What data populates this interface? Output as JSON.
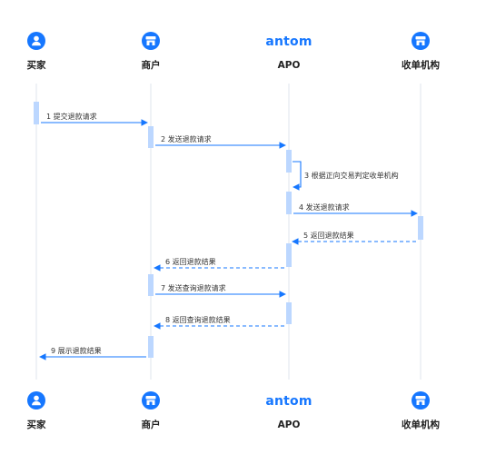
{
  "colors": {
    "arrow": "#1677ff",
    "activation": "#bcd7ff",
    "lifeline": "#dfe6ee",
    "icon": "#1677ff"
  },
  "participants": [
    {
      "name": "买家",
      "icon": "user-icon"
    },
    {
      "name": "商户",
      "icon": "store-icon"
    },
    {
      "name": "APO",
      "logo": "antom"
    },
    {
      "name": "收单机构",
      "icon": "store-icon"
    }
  ],
  "messages": [
    {
      "label": "1 提交退款请求",
      "from": 0,
      "to": 1,
      "style": "solid"
    },
    {
      "label": "2 发送退款请求",
      "from": 1,
      "to": 2,
      "style": "solid"
    },
    {
      "label": "3 根据正向交易判定收单机构",
      "from": 2,
      "to": 2,
      "style": "self"
    },
    {
      "label": "4 发送退款请求",
      "from": 2,
      "to": 3,
      "style": "solid"
    },
    {
      "label": "5 返回退款结果",
      "from": 3,
      "to": 2,
      "style": "dashed"
    },
    {
      "label": "6 返回退款结果",
      "from": 2,
      "to": 1,
      "style": "dashed"
    },
    {
      "label": "7 发送查询退款请求",
      "from": 1,
      "to": 2,
      "style": "solid"
    },
    {
      "label": "8 返回查询退款结果",
      "from": 2,
      "to": 1,
      "style": "dashed"
    },
    {
      "label": "9 展示退款结果",
      "from": 1,
      "to": 0,
      "style": "solid"
    }
  ]
}
